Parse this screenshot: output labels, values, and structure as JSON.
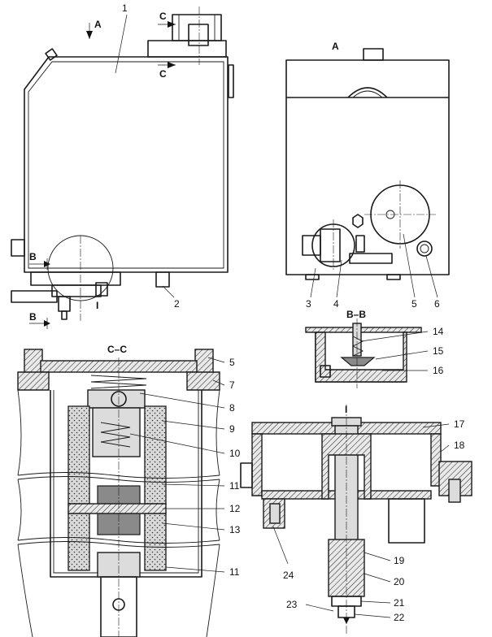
{
  "views": {
    "view_a_title": "A",
    "section_bb_title": "B–B",
    "section_cc_title": "C–C",
    "detail_title": "I"
  },
  "markers": {
    "a": "A",
    "b": "B",
    "c": "C",
    "detail": "I"
  },
  "callouts": [
    "1",
    "2",
    "3",
    "4",
    "5",
    "6",
    "14",
    "15",
    "16",
    "5",
    "7",
    "8",
    "9",
    "10",
    "11",
    "12",
    "13",
    "11",
    "17",
    "18",
    "19",
    "20",
    "21",
    "22",
    "23",
    "24"
  ]
}
